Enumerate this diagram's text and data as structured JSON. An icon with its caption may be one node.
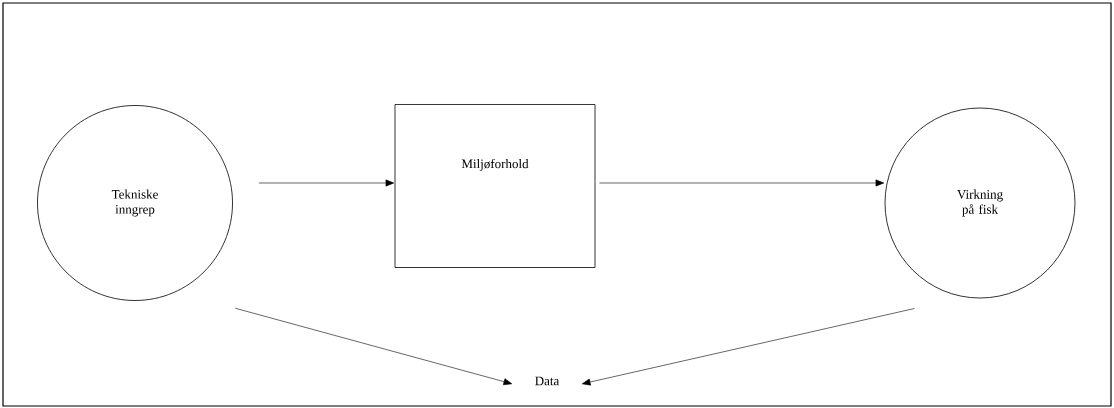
{
  "diagram": {
    "nodes": [
      {
        "text": [
          "Tekniske inngrep"
        ]
      },
      {
        "text": [
          "Miljøforhold"
        ]
      },
      {
        "text": [
          "Virkning på fisk"
        ]
      },
      {
        "text": [
          "Data"
        ]
      }
    ],
    "edges": [
      {
        "from": 0,
        "to": 1,
        "arrow": "to"
      },
      {
        "from": 1,
        "to": 2,
        "arrow": "to"
      },
      {
        "from": 0,
        "to": 3,
        "arrow": "to"
      },
      {
        "from": 2,
        "to": 3,
        "arrow": "to"
      }
    ]
  }
}
